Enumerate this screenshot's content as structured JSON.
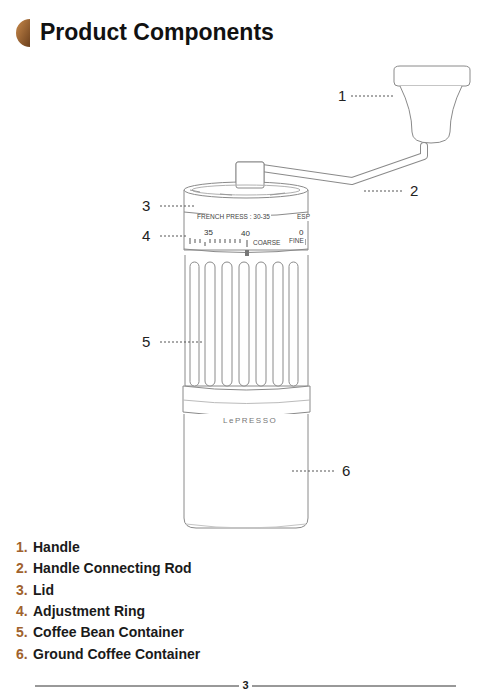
{
  "diagram": {
    "title": "Product Components",
    "labels": [
      "1",
      "2",
      "3",
      "4",
      "5",
      "6",
      "FRENCH PRESS : 30-35",
      "ESP",
      "35",
      "40",
      "COARSE",
      "0",
      "FINE",
      "LePRESSO",
      "1.",
      "Handle",
      "2.",
      "Handle Connecting Rod",
      "3.",
      "Lid",
      "4.",
      "Adjustment Ring",
      "5.",
      "Coffee Bean Container",
      "6.",
      "Ground Coffee Container",
      "3"
    ]
  }
}
